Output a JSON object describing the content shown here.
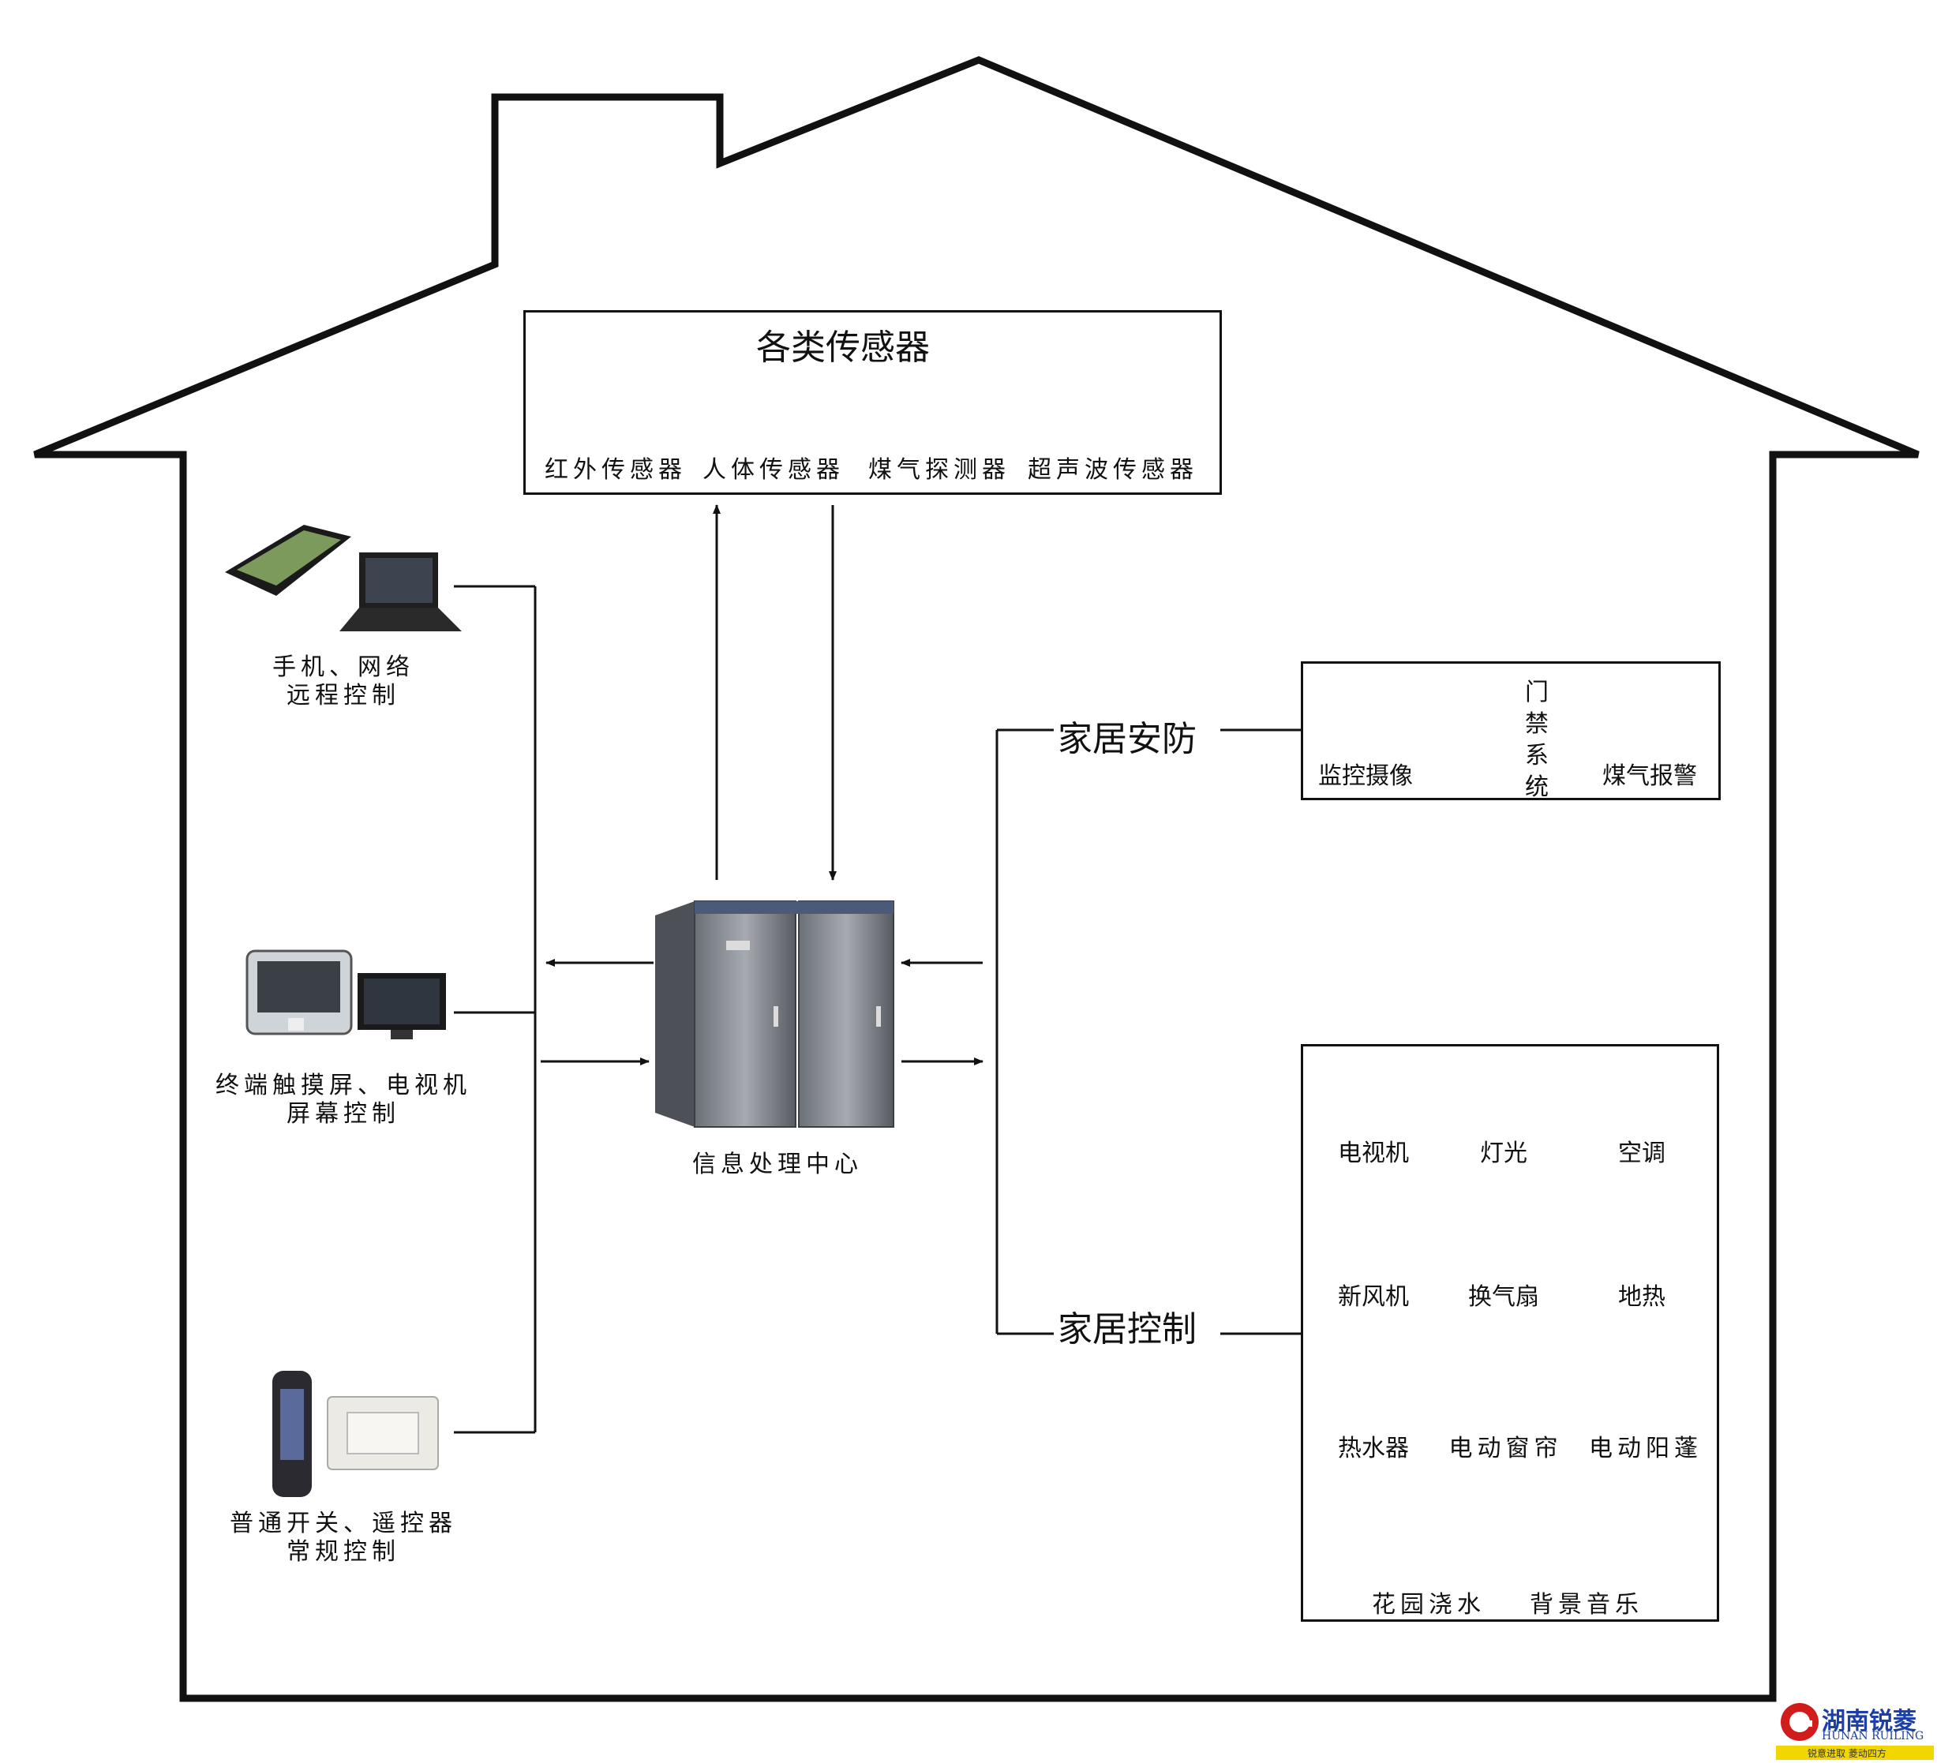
{
  "sensors": {
    "title": "各类传感器",
    "items": [
      "红外传感器",
      "人体传感器",
      "煤气探测器",
      "超声波传感器"
    ]
  },
  "left_controls": [
    {
      "line1": "手机、网络",
      "line2": "远程控制"
    },
    {
      "line1": "终端触摸屏、电视机",
      "line2": "屏幕控制"
    },
    {
      "line1": "普通开关、遥控器",
      "line2": "常规控制"
    }
  ],
  "center": {
    "label": "信息处理中心"
  },
  "security": {
    "title": "家居安防",
    "items": [
      "监控摄像",
      "门禁系统",
      "煤气报警"
    ]
  },
  "control": {
    "title": "家居控制",
    "items": [
      "电视机",
      "灯光",
      "空调",
      "新风机",
      "换气扇",
      "地热",
      "热水器",
      "电动窗帘",
      "电动阳蓬",
      "花园浇水",
      "背景音乐"
    ]
  },
  "logo": {
    "cn": "湖南锐菱",
    "en": "HUNAN RUILING",
    "slogan": "锐意进取 菱动四方"
  }
}
